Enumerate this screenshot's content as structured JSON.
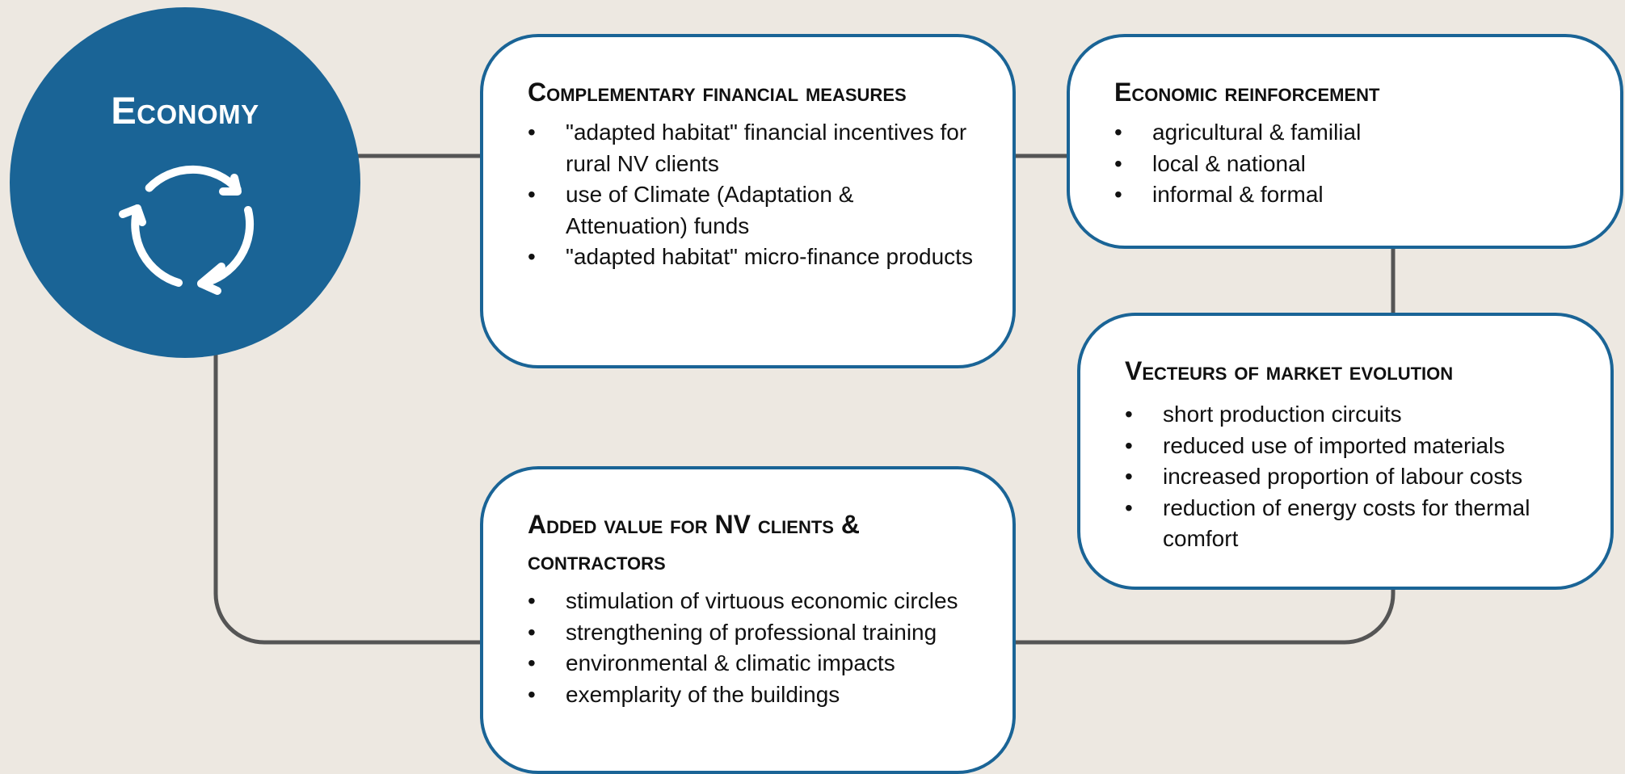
{
  "hub": {
    "title": "Economy",
    "icon": "cycle-arrows-icon",
    "color": "#1a6496"
  },
  "colors": {
    "background": "#ede8e1",
    "accent": "#1a6496",
    "connector": "#555555"
  },
  "cards": {
    "financial": {
      "title": "Complementary financial measures",
      "items": [
        "\"adapted habitat\" financial incentives for rural NV clients",
        "use of Climate (Adaptation & Attenuation) funds",
        "\"adapted habitat\" micro-finance products"
      ]
    },
    "reinforcement": {
      "title": "Economic reinforcement",
      "items": [
        "agricultural & familial",
        "local & national",
        "informal & formal"
      ]
    },
    "market": {
      "title": "Vecteurs of market evolution",
      "items": [
        "short production circuits",
        "reduced use of imported materials",
        "increased proportion of labour costs",
        "reduction of energy costs for thermal comfort"
      ]
    },
    "added": {
      "title": "Added value for NV clients & contractors",
      "items": [
        "stimulation of virtuous economic circles",
        "strengthening of professional training",
        "environmental & climatic impacts",
        "exemplarity of the buildings"
      ]
    }
  }
}
